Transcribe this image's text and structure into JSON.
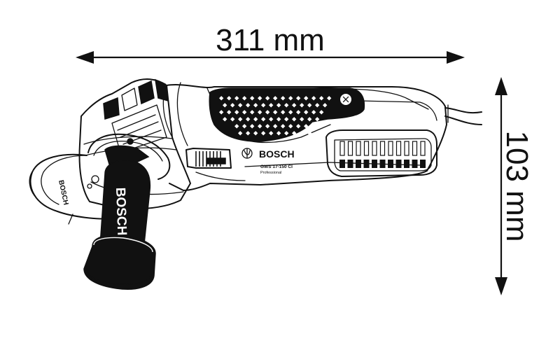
{
  "dimensions": {
    "length_label": "311 mm",
    "height_label": "103 mm"
  },
  "tool": {
    "brand": "BOSCH",
    "model": "GWS 17-150 CI",
    "line": "Professional",
    "handle_brand": "BOSCH",
    "guard_brand": "BOSCH"
  },
  "colors": {
    "line": "#111111",
    "background": "#ffffff"
  }
}
